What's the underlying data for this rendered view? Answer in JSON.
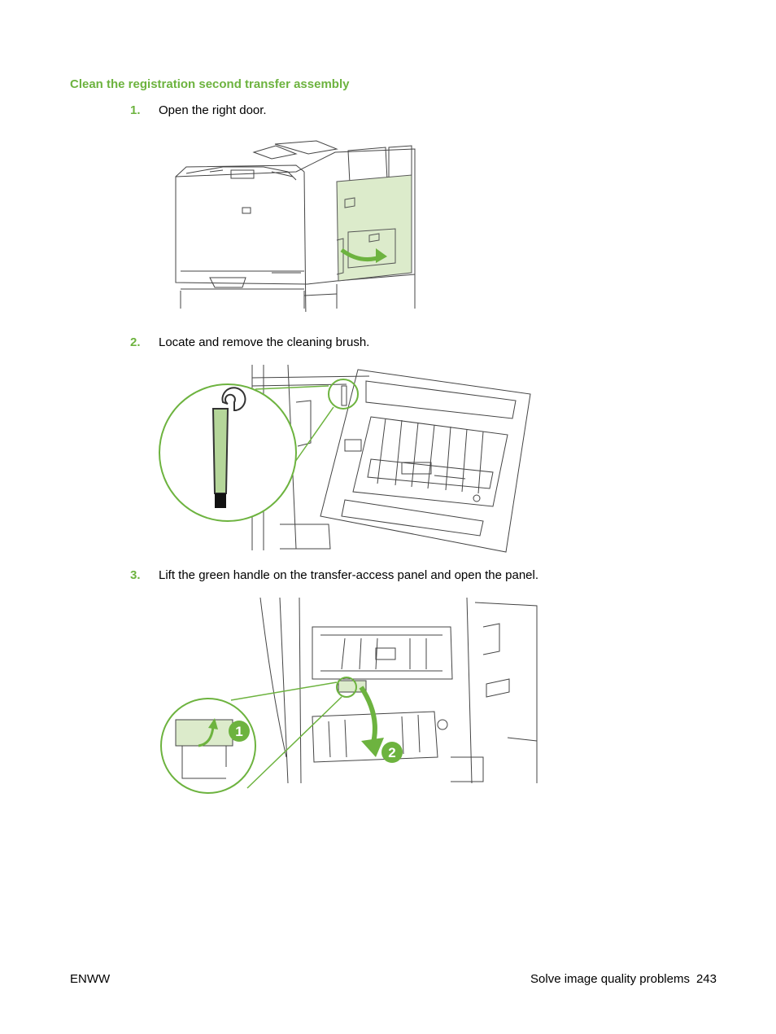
{
  "heading": "Clean the registration second transfer assembly",
  "steps": [
    {
      "num": "1.",
      "text": "Open the right door."
    },
    {
      "num": "2.",
      "text": "Locate and remove the cleaning brush."
    },
    {
      "num": "3.",
      "text": "Lift the green handle on the transfer-access panel and open the panel."
    }
  ],
  "figure3": {
    "callout_1": "1",
    "callout_2": "2"
  },
  "footer": {
    "left": "ENWW",
    "section": "Solve image quality problems",
    "page": "243"
  },
  "colors": {
    "accent": "#6db33f",
    "highlight_fill": "#dcebcb",
    "line": "#444444"
  }
}
